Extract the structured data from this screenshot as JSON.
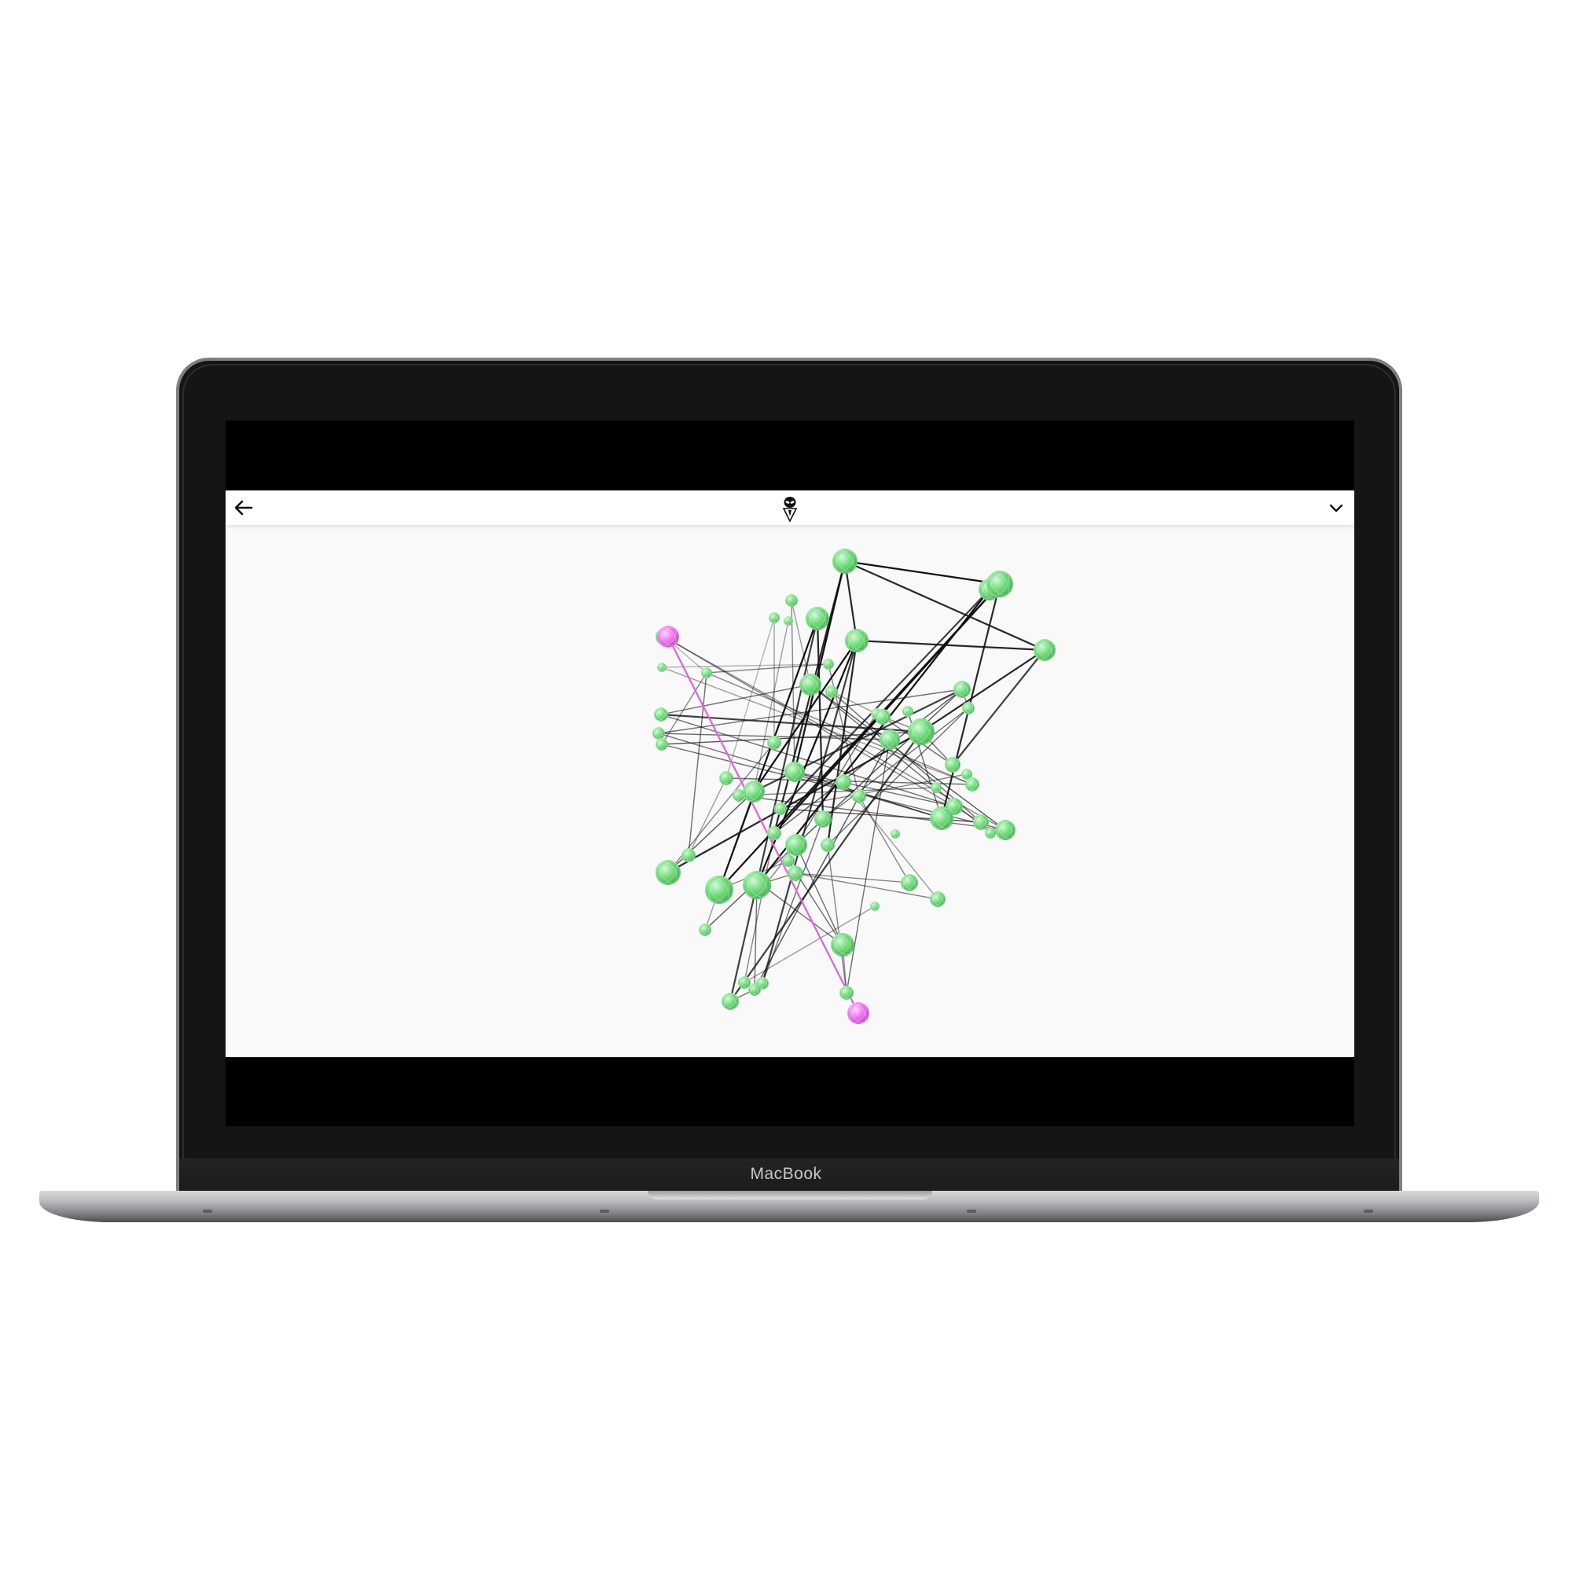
{
  "device": {
    "brand_label": "MacBook"
  },
  "app": {
    "toolbar": {
      "back_icon": "arrow-left-icon",
      "logo_icon": "alien-logo-icon",
      "menu_icon": "chevron-down-icon"
    },
    "graph": {
      "type": "3d-force-directed-network",
      "node_color": "#5fd36a",
      "highlight_node_color": "#f06af0",
      "link_color": "#111111",
      "highlight_link_color": "#e060e0",
      "background": "#f9f9f9",
      "highlighted_pair": [
        "source",
        "target"
      ]
    }
  }
}
